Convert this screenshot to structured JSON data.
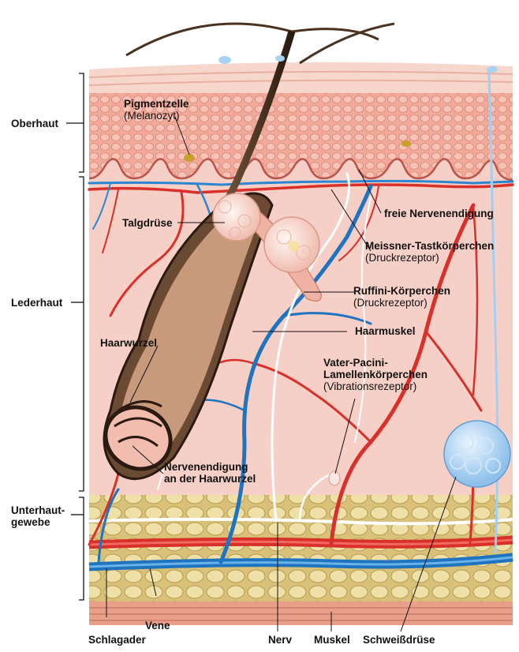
{
  "layers": {
    "epidermis": "Oberhaut",
    "dermis": "Lederhaut",
    "subcutis_line1": "Unterhaut-",
    "subcutis_line2": "gewebe"
  },
  "labels": {
    "pigment_cell": "Pigmentzelle",
    "pigment_cell_sub": "(Melanozyt)",
    "sebaceous_gland": "Talgdrüse",
    "free_nerve_ending": "freie Nervenendigung",
    "meissner": "Meissner-Tastkörperchen",
    "meissner_sub": "(Druckrezeptor)",
    "ruffini": "Ruffini-Körperchen",
    "ruffini_sub": "(Druckrezeptor)",
    "hair_muscle": "Haarmuskel",
    "hair_root": "Haarwurzel",
    "pacini_line1": "Vater-Pacini-",
    "pacini_line2": "Lamellenkörperchen",
    "pacini_sub": "(Vibrationsrezeptor)",
    "hair_root_nerve_line1": "Nervenendigung",
    "hair_root_nerve_line2": "an der Haarwurzel",
    "vein": "Vene",
    "artery": "Schlagader",
    "nerve": "Nerv",
    "muscle": "Muskel",
    "sweat_gland": "Schweißdrüse"
  },
  "colors": {
    "epidermis": "#f3b3a4",
    "dermis": "#f6cfc6",
    "subcutis_fat": "#e9d99a",
    "artery": "#e0302c",
    "vein": "#2b86d1",
    "nerve": "#ffffff",
    "muscle": "#e8a08a"
  }
}
